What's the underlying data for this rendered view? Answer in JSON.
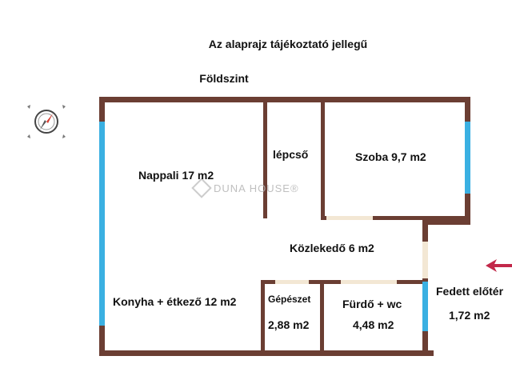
{
  "header": {
    "disclaimer": "Az alaprajz tájékoztató jellegű",
    "floor": "Földszint"
  },
  "rooms": {
    "nappali": "Nappali 17 m2",
    "lepcso": "lépcső",
    "szoba": "Szoba 9,7 m2",
    "kozlekedo": "Közlekedő 6 m2",
    "konyha": "Konyha + étkező 12 m2",
    "gepeszet_name": "Gépészet",
    "gepeszet_area": "2,88 m2",
    "furdo_name": "Fürdő + wc",
    "furdo_area": "4,48 m2",
    "fedett_name": "Fedett előtér",
    "fedett_area": "1,72 m2"
  },
  "watermark": {
    "text": "DUNA HOUSE®"
  },
  "colors": {
    "wall": "#6b3e33",
    "window": "#3ab0e2",
    "door": "#f3e7d4",
    "entrance_arrow": "#c2284a"
  },
  "icons": {
    "compass": "compass-icon",
    "entrance": "entrance-arrow-icon"
  }
}
